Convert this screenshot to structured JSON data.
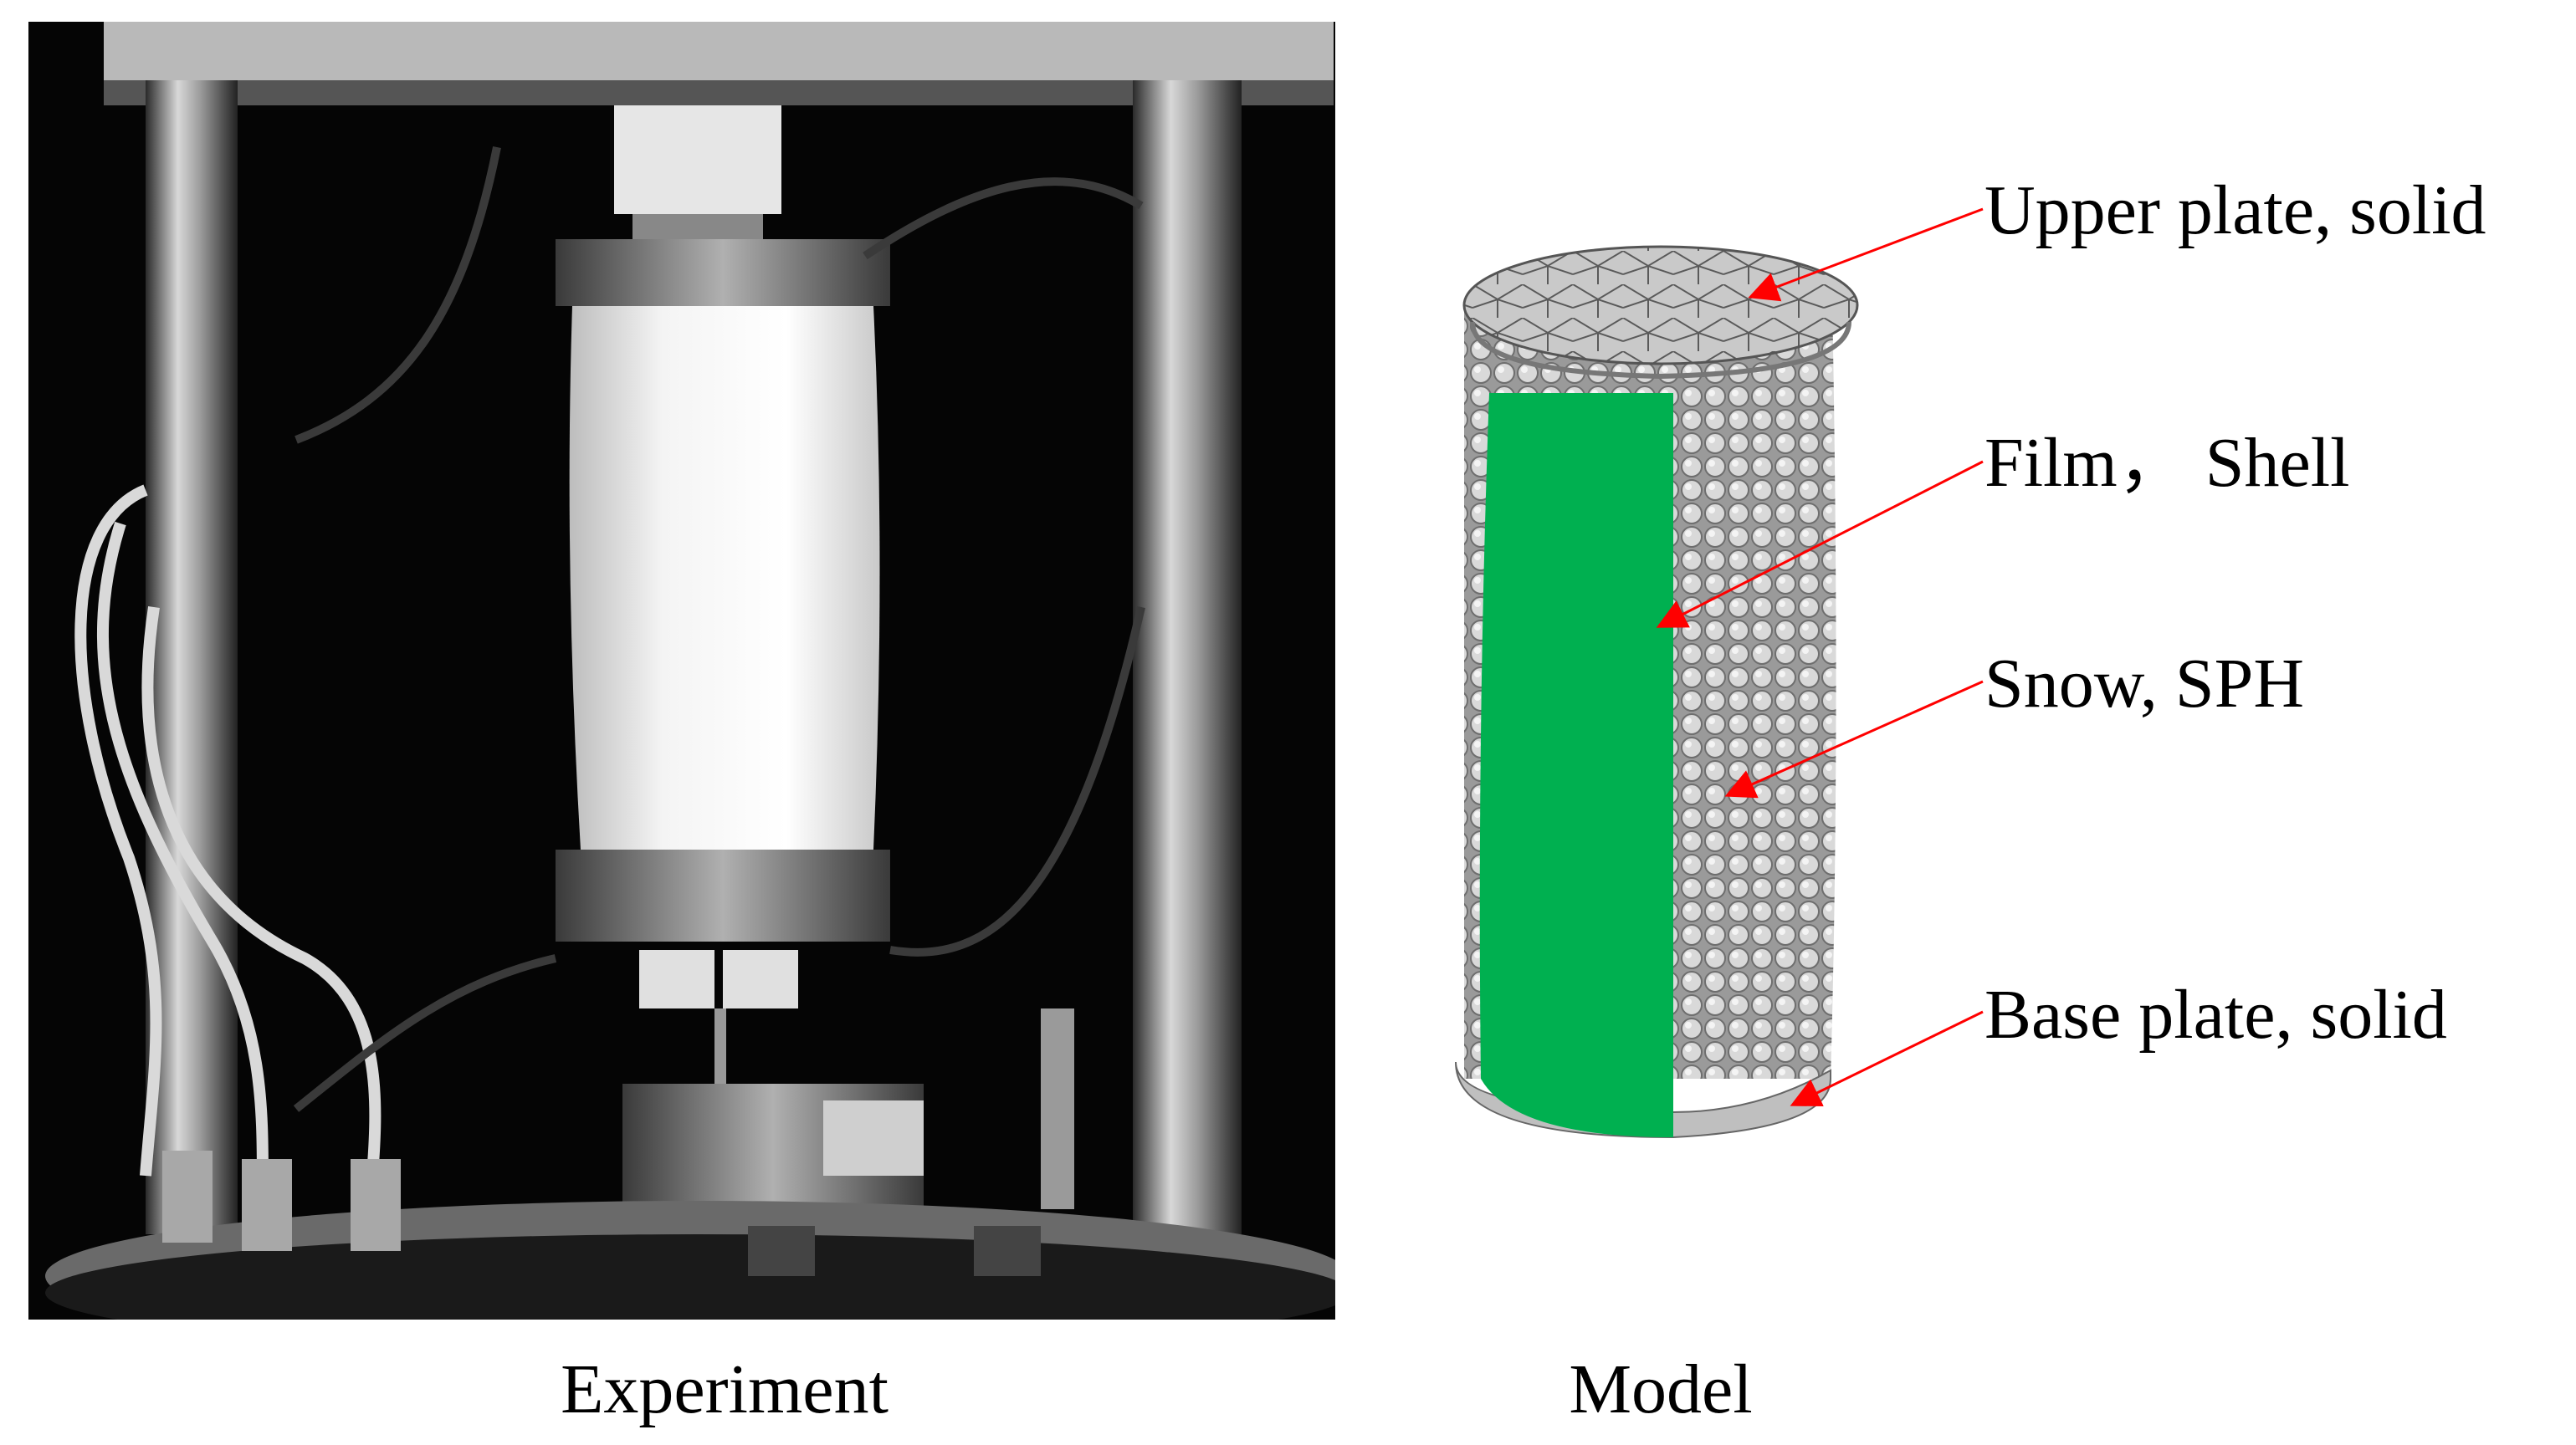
{
  "captions": {
    "experiment": "Experiment",
    "model": "Model"
  },
  "labels": {
    "upper_plate": "Upper plate, solid",
    "film": "Film，  Shell",
    "snow": "Snow, SPH",
    "base_plate": "Base plate, solid"
  },
  "colors": {
    "film": "#00b050",
    "arrow": "#ff0000",
    "particles": "#c8c8c8",
    "background": "#ffffff",
    "photo_background": "#050505"
  }
}
